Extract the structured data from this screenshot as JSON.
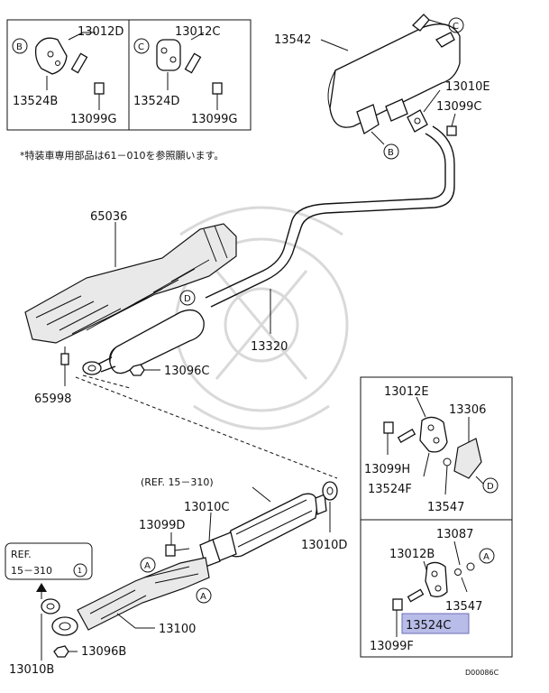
{
  "diagram_code": "D00086C",
  "note": "*特装車専用部品は61－010を参照願います。",
  "refs": {
    "ref1_line1": "REF.",
    "ref1_line2": "15－310",
    "ref1_num": "1",
    "ref2": "(REF. 15－310)"
  },
  "callout_letters": {
    "A": "A",
    "B": "B",
    "C": "C",
    "D": "D"
  },
  "parts": {
    "p13012D": "13012D",
    "p13524B": "13524B",
    "p13099G_1": "13099G",
    "p13012C": "13012C",
    "p13524D": "13524D",
    "p13099G_2": "13099G",
    "p13542": "13542",
    "p13010E": "13010E",
    "p13099C": "13099C",
    "p65036": "65036",
    "p13320": "13320",
    "p13096C": "13096C",
    "p65998": "65998",
    "p13012E": "13012E",
    "p13306": "13306",
    "p13099H": "13099H",
    "p13524F": "13524F",
    "p13547_1": "13547",
    "p13010C": "13010C",
    "p13099D": "13099D",
    "p13010D": "13010D",
    "p13100": "13100",
    "p13010B": "13010B",
    "p13096B": "13096B",
    "p13087": "13087",
    "p13012B": "13012B",
    "p13547_2": "13547",
    "p13524C": "13524C",
    "p13099F": "13099F"
  }
}
